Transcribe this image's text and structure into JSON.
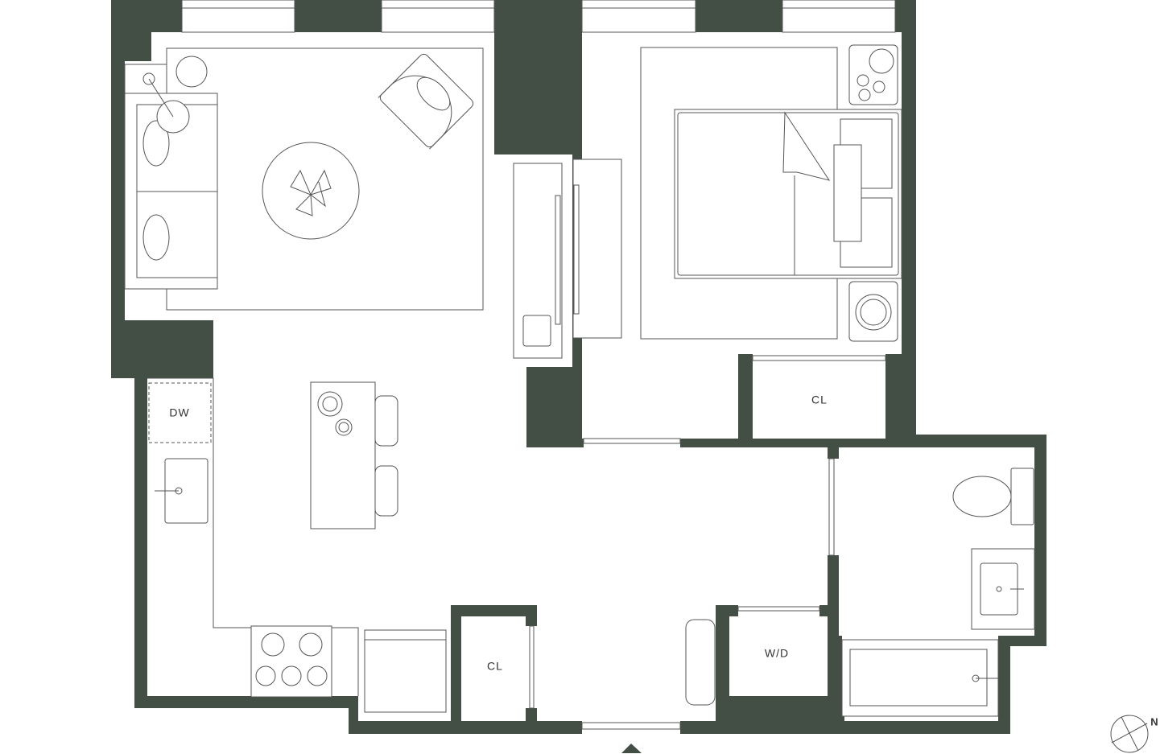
{
  "plan": {
    "wall_color": "#434f45",
    "labels": {
      "dishwasher": "DW",
      "bedroom_closet": "CL",
      "kitchen_closet": "CL",
      "washer_dryer": "W/D"
    },
    "compass": {
      "north_label": "N",
      "icon": "compass-icon"
    },
    "entry_marker": "entry-arrow-icon"
  }
}
